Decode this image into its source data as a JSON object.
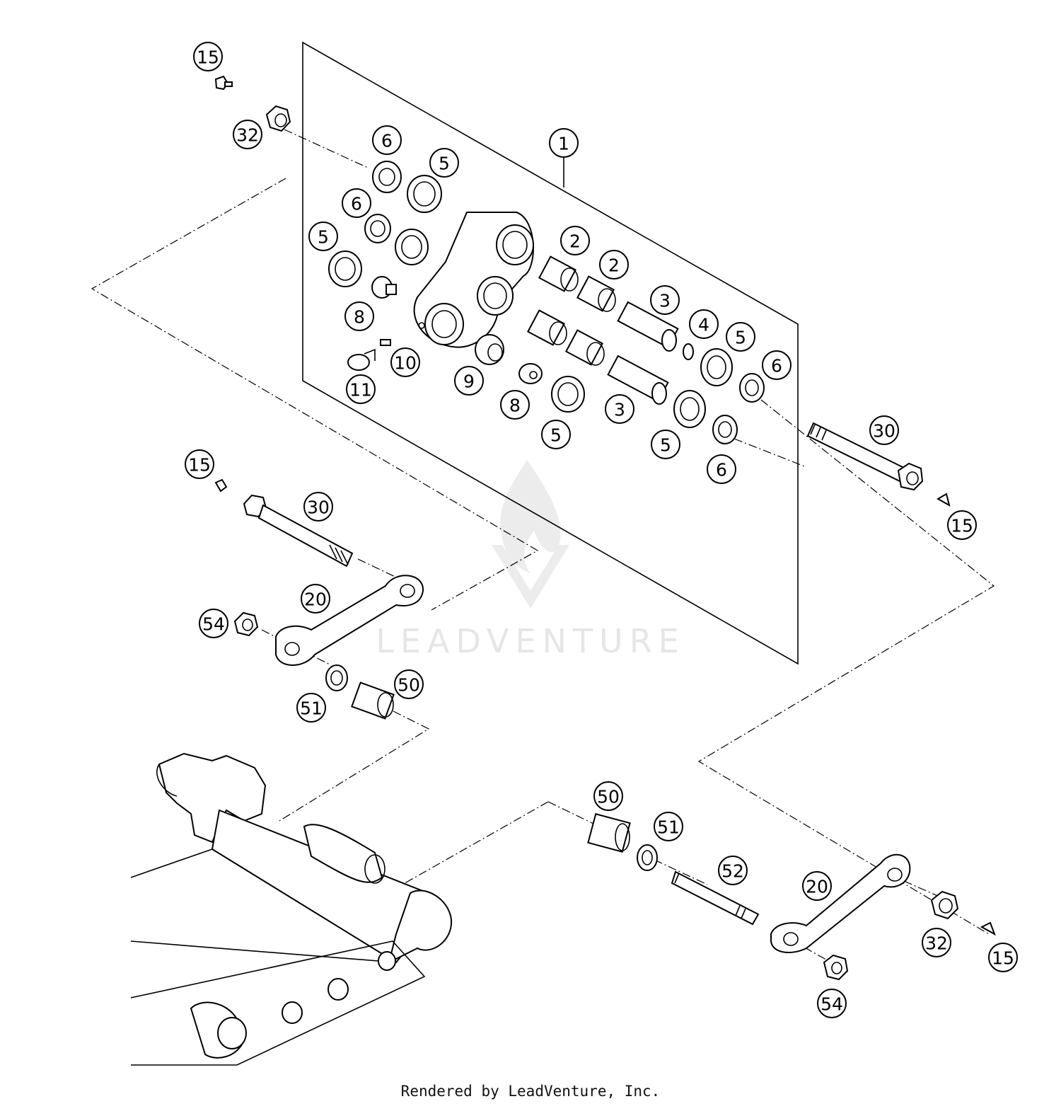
{
  "watermark": {
    "text": "LEADVENTURE"
  },
  "footer": {
    "text": "Rendered by LeadVenture, Inc."
  },
  "callouts": [
    {
      "label": "15"
    },
    {
      "label": "32"
    },
    {
      "label": "6"
    },
    {
      "label": "5"
    },
    {
      "label": "1"
    },
    {
      "label": "6"
    },
    {
      "label": "5"
    },
    {
      "label": "2"
    },
    {
      "label": "2"
    },
    {
      "label": "8"
    },
    {
      "label": "3"
    },
    {
      "label": "4"
    },
    {
      "label": "5"
    },
    {
      "label": "6"
    },
    {
      "label": "10"
    },
    {
      "label": "11"
    },
    {
      "label": "9"
    },
    {
      "label": "8"
    },
    {
      "label": "3"
    },
    {
      "label": "5"
    },
    {
      "label": "5"
    },
    {
      "label": "6"
    },
    {
      "label": "30"
    },
    {
      "label": "15"
    },
    {
      "label": "15"
    },
    {
      "label": "30"
    },
    {
      "label": "20"
    },
    {
      "label": "54"
    },
    {
      "label": "50"
    },
    {
      "label": "51"
    },
    {
      "label": "50"
    },
    {
      "label": "51"
    },
    {
      "label": "52"
    },
    {
      "label": "20"
    },
    {
      "label": "32"
    },
    {
      "label": "15"
    },
    {
      "label": "54"
    }
  ]
}
